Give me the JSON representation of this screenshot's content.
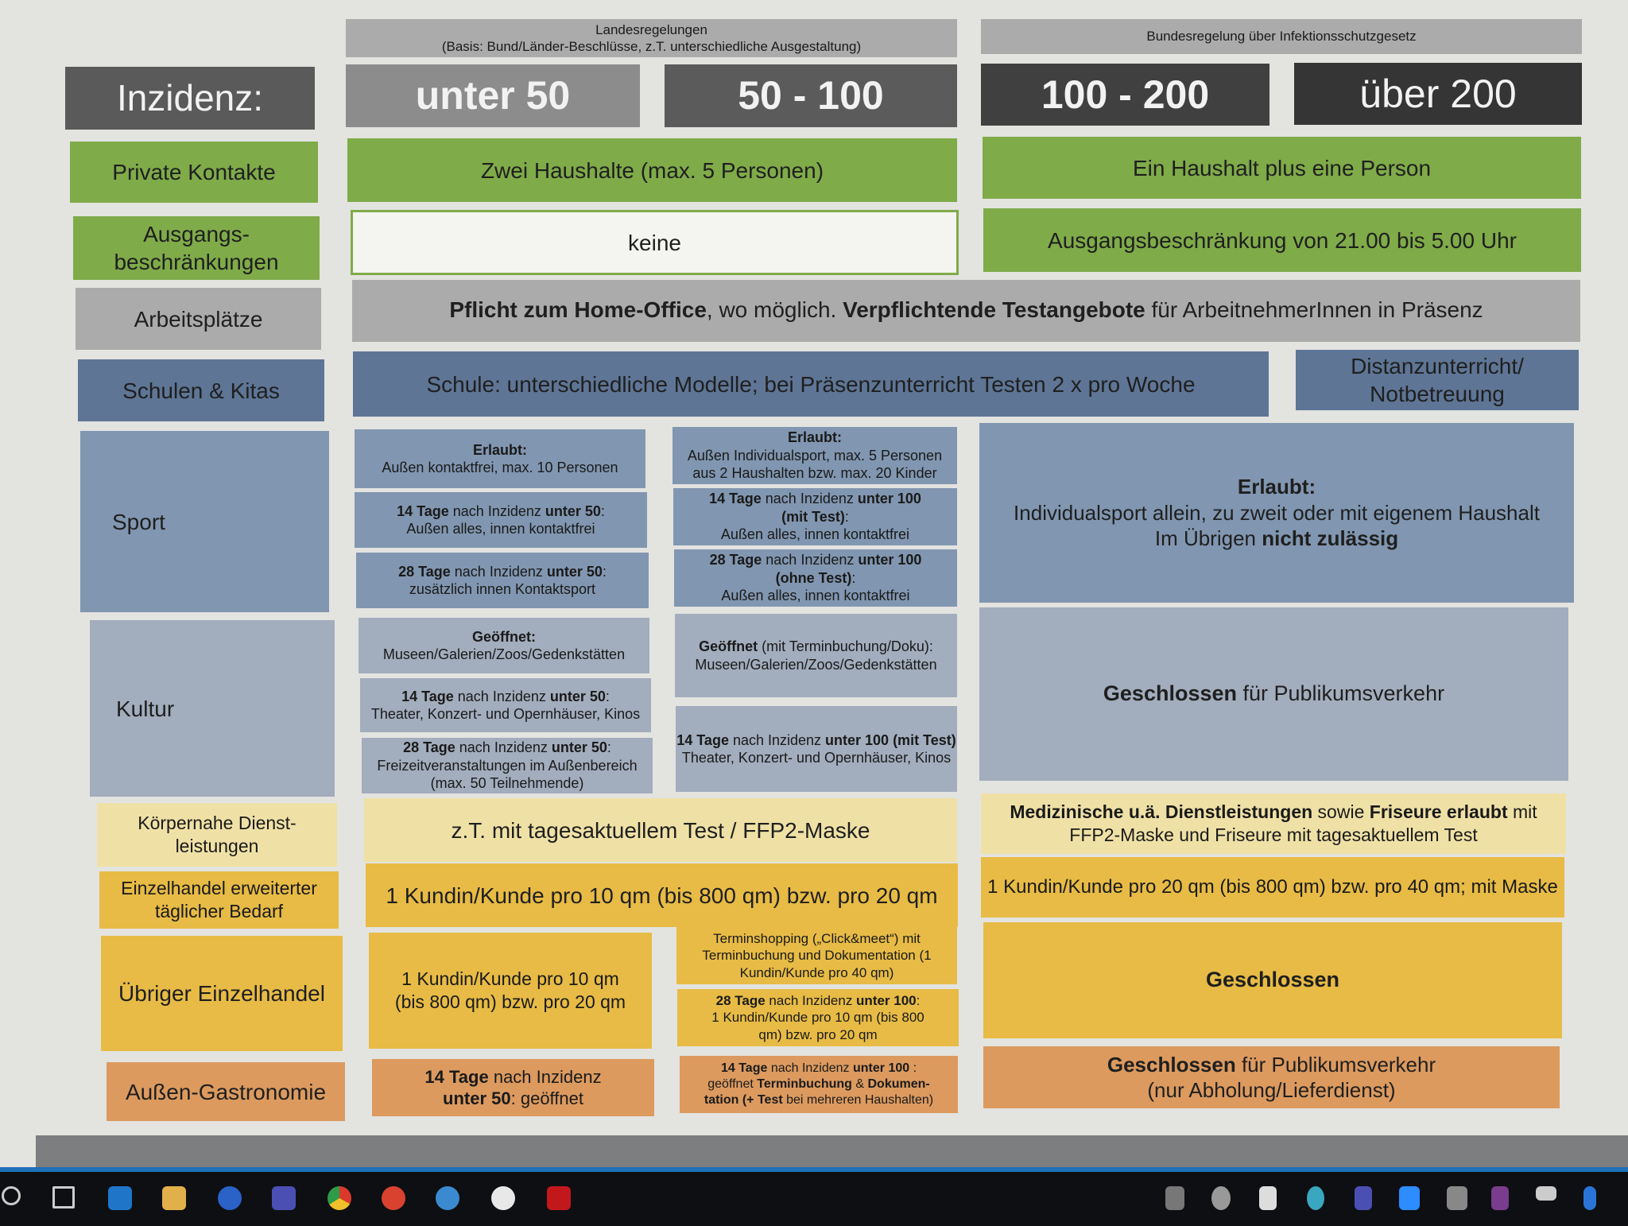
{
  "header": {
    "landes_line1": "Landesregelungen",
    "landes_line2": "(Basis: Bund/Länder-Beschlüsse,  z.T. unterschiedliche Ausgestaltung)",
    "bundes": "Bundesregelung über Infektionsschutzgesetz"
  },
  "inzidenz": {
    "label": "Inzidenz:",
    "levels": [
      "unter 50",
      "50 - 100",
      "100 - 200",
      "über 200"
    ]
  },
  "rows": {
    "private": {
      "label": "Private Kontakte",
      "a": "Zwei Haushalte (max. 5 Personen)",
      "b": "Ein Haushalt plus eine Person"
    },
    "ausgang": {
      "label1": "Ausgangs-",
      "label2": "beschränkungen",
      "a": "keine",
      "b": "Ausgangsbeschränkung von 21.00 bis 5.00 Uhr"
    },
    "arbeit": {
      "label": "Arbeitsplätze",
      "t1": "Pflicht zum Home-Office",
      "t2": ", wo möglich. ",
      "t3": "Verpflichtende Testangebote",
      "t4": " für ArbeitnehmerInnen in Präsenz"
    },
    "schulen": {
      "label": "Schulen & Kitas",
      "a": "Schule: unterschiedliche Modelle; bei Präsenzunterricht Testen 2 x pro Woche",
      "b1": "Distanzunterricht/",
      "b2": "Notbetreuung"
    },
    "sport": {
      "label": "Sport",
      "c50": [
        {
          "b": "Erlaubt:",
          "t": "Außen kontaktfrei, max. 10 Personen"
        },
        {
          "b": "14 Tage",
          "m": " nach Inzidenz ",
          "b2": "unter 50",
          "e": ":",
          "t": "Außen alles, innen kontaktfrei"
        },
        {
          "b": "28 Tage",
          "m": " nach Inzidenz ",
          "b2": "unter 50",
          "e": ":",
          "t": "zusätzlich innen Kontaktsport"
        }
      ],
      "c100": [
        {
          "b": "Erlaubt:",
          "t": "Außen Individualsport, max. 5 Personen",
          "t2": "aus 2 Haushalten bzw. max. 20 Kinder"
        },
        {
          "b": "14 Tage",
          "m": " nach Inzidenz ",
          "b2": "unter 100",
          "b3": "(mit Test)",
          "e": ":",
          "t": "Außen alles, innen kontaktfrei"
        },
        {
          "b": "28 Tage",
          "m": " nach Inzidenz ",
          "b2": "unter 100",
          "b3": "(ohne Test)",
          "e": ":",
          "t": "Außen alles, innen kontaktfrei"
        }
      ],
      "b_title": "Erlaubt:",
      "b_line1": "Individualsport allein, zu zweit oder mit eigenem Haushalt",
      "b_line2": "Im Übrigen ",
      "b_line2b": "nicht zulässig"
    },
    "kultur": {
      "label": "Kultur",
      "c50": [
        {
          "b": "Geöffnet:",
          "t": "Museen/Galerien/Zoos/Gedenkstätten"
        },
        {
          "b": "14 Tage",
          "m": " nach Inzidenz ",
          "b2": "unter 50",
          "e": ":",
          "t": "Theater, Konzert- und Opernhäuser, Kinos"
        },
        {
          "b": "28 Tage",
          "m": " nach Inzidenz ",
          "b2": "unter 50",
          "e": ":",
          "t": "Freizeitveranstaltungen im Außenbereich",
          "t2": "(max. 50 Teilnehmende)"
        }
      ],
      "c100": [
        {
          "b": "Geöffnet",
          "m": " (mit Terminbuchung/Doku):",
          "t": "Museen/Galerien/Zoos/Gedenkstätten"
        },
        {
          "b": "14 Tage",
          "m": " nach Inzidenz ",
          "b2": "unter 100 (mit Test)",
          "t": "Theater, Konzert- und Opernhäuser, Kinos"
        }
      ],
      "b1": "Geschlossen",
      "b2": " für Publikumsverkehr"
    },
    "koerper": {
      "label1": "Körpernahe Dienst-",
      "label2": "leistungen",
      "a": "z.T. mit tagesaktuellem Test / FFP2-Maske",
      "b1": "Medizinische u.ä. Dienstleistungen",
      "b2": " sowie ",
      "b3": "Friseure erlaubt",
      "b4": " mit",
      "b5": "FFP2-Maske und Friseure mit tagesaktuellem Test"
    },
    "einzel": {
      "label1": "Einzelhandel erweiterter",
      "label2": "täglicher Bedarf",
      "a": "1 Kundin/Kunde pro 10 qm (bis 800 qm) bzw. pro 20 qm",
      "b": "1 Kundin/Kunde pro 20 qm (bis 800 qm) bzw. pro 40 qm; mit Maske"
    },
    "uebrig": {
      "label": "Übriger Einzelhandel",
      "c50_1": "1 Kundin/Kunde pro 10 qm",
      "c50_2": "(bis 800 qm) bzw. pro 20 qm",
      "c100a": "Terminshopping („Click&meet“) mit Terminbuchung und Dokumentation (1 Kundin/Kunde pro 40 qm)",
      "c100b_b": "28 Tage",
      "c100b_m": " nach Inzidenz ",
      "c100b_b2": "unter 100",
      "c100b_e": ":",
      "c100b_t": "1 Kundin/Kunde pro 10 qm (bis 800 qm) bzw. pro 20 qm",
      "b": "Geschlossen"
    },
    "gastro": {
      "label": "Außen-Gastronomie",
      "c50_b": "14 Tage",
      "c50_m": " nach Inzidenz",
      "c50_b2": "unter 50",
      "c50_e": ": geöffnet",
      "c100_b": "14 Tage",
      "c100_m": " nach Inzidenz ",
      "c100_b2": "unter 100",
      "c100_e": " :",
      "c100_l2a": "geöffnet ",
      "c100_l2b": "Terminbuchung",
      "c100_l2c": " & ",
      "c100_l2d": "Dokumen-",
      "c100_l3a": "tation (+ Test",
      "c100_l3b": " bei mehreren Haushalten)",
      "b1": "Geschlossen",
      "b2": " für Publikumsverkehr",
      "b3": "(nur Abholung/Lieferdienst)"
    }
  },
  "taskbar": {
    "icons": [
      "search-icon",
      "task-view-icon",
      "outlook-icon",
      "file-explorer-icon",
      "edge-icon",
      "teams-icon",
      "chrome-icon",
      "app-icon",
      "internet-explorer-icon",
      "slack-icon",
      "acrobat-icon"
    ],
    "tray": [
      "tray-app-icon",
      "tray-globe-icon",
      "tray-shield-icon",
      "tray-slack-icon",
      "tray-teams-icon",
      "tray-zoom-icon",
      "tray-app2-icon",
      "tray-onenote-icon",
      "tray-power-icon",
      "tray-bluetooth-icon"
    ]
  }
}
